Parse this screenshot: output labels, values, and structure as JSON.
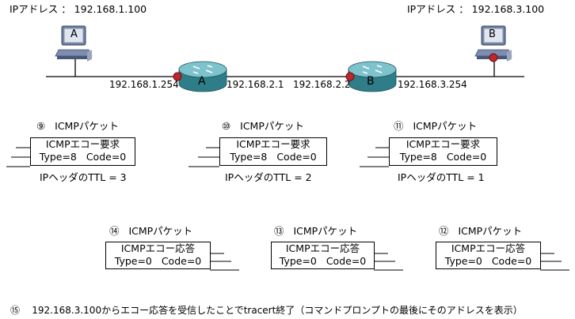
{
  "hosts": {
    "a": {
      "ip_label": "IPアドレス ： 192.168.1.100",
      "name": "A"
    },
    "b": {
      "ip_label": "IPアドレス ： 192.168.3.100",
      "name": "B"
    }
  },
  "routers": {
    "a": {
      "name": "A",
      "left_ip": "192.168.1.254",
      "right_ip": "192.168.2.1"
    },
    "b": {
      "name": "B",
      "left_ip": "192.168.2.2",
      "right_ip": "192.168.3.254"
    }
  },
  "echo_requests": [
    {
      "number": "⑨",
      "title": "ICMPパケット",
      "line1": "ICMPエコー要求",
      "line2_type": "Type=8",
      "line2_code": "Code=0",
      "ttl": "IPヘッダのTTL = 3"
    },
    {
      "number": "⑩",
      "title": "ICMPパケット",
      "line1": "ICMPエコー要求",
      "line2_type": "Type=8",
      "line2_code": "Code=0",
      "ttl": "IPヘッダのTTL = 2"
    },
    {
      "number": "⑪",
      "title": "ICMPパケット",
      "line1": "ICMPエコー要求",
      "line2_type": "Type=8",
      "line2_code": "Code=0",
      "ttl": "IPヘッダのTTL = 1"
    }
  ],
  "echo_replies": [
    {
      "number": "⑭",
      "title": "ICMPパケット",
      "line1": "ICMPエコー応答",
      "line2_type": "Type=0",
      "line2_code": "Code=0"
    },
    {
      "number": "⑬",
      "title": "ICMPパケット",
      "line1": "ICMPエコー応答",
      "line2_type": "Type=0",
      "line2_code": "Code=0"
    },
    {
      "number": "⑫",
      "title": "ICMPパケット",
      "line1": "ICMPエコー応答",
      "line2_type": "Type=0",
      "line2_code": "Code=0"
    }
  ],
  "footer": {
    "number": "⑮",
    "text": "192.168.3.100からエコー応答を受信したことでtracert終了（コマンドプロンプトの最後にそのアドレスを表示）"
  },
  "colors": {
    "interface_dot": "#c0262d",
    "router_body": "#3d8f9a",
    "router_top": "#7ec3cc",
    "screen": "#d4dce8",
    "host_body": "#5a6c8c"
  }
}
